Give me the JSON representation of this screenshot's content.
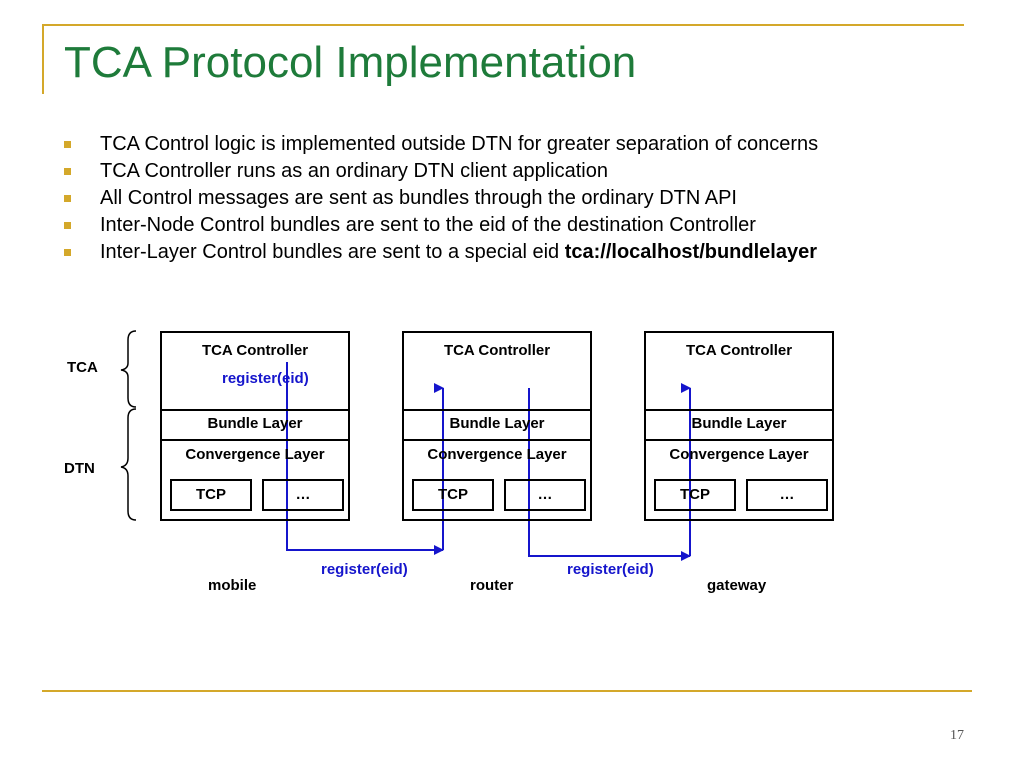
{
  "slide": {
    "title": "TCA Protocol Implementation",
    "page_number": "17",
    "accent_color": "#D4A82A",
    "title_color": "#1E7B3A"
  },
  "bullets": [
    {
      "text": "TCA Control logic is implemented outside DTN for greater separation of concerns"
    },
    {
      "text": "TCA Controller runs as an ordinary DTN client application"
    },
    {
      "text": "All Control messages are sent as bundles through the ordinary DTN API"
    },
    {
      "text": "Inter-Node Control bundles are sent to the eid of the destination Controller"
    },
    {
      "text": "Inter-Layer Control bundles are sent to a special eid ",
      "bold": "tca://localhost/bundlelayer"
    }
  ],
  "diagram": {
    "side_labels": {
      "tca": "TCA",
      "dtn": "DTN"
    },
    "nodes": [
      {
        "name": "mobile",
        "controller": "TCA Controller",
        "bundle": "Bundle Layer",
        "convergence": "Convergence Layer",
        "tcp": "TCP",
        "other": "…",
        "note": "register(eid)"
      },
      {
        "name": "router",
        "controller": "TCA Controller",
        "bundle": "Bundle Layer",
        "convergence": "Convergence Layer",
        "tcp": "TCP",
        "other": "…"
      },
      {
        "name": "gateway",
        "controller": "TCA Controller",
        "bundle": "Bundle Layer",
        "convergence": "Convergence Layer",
        "tcp": "TCP",
        "other": "…"
      }
    ],
    "messages": [
      "register(eid)",
      "register(eid)"
    ],
    "arrow_color": "#1515CC"
  }
}
